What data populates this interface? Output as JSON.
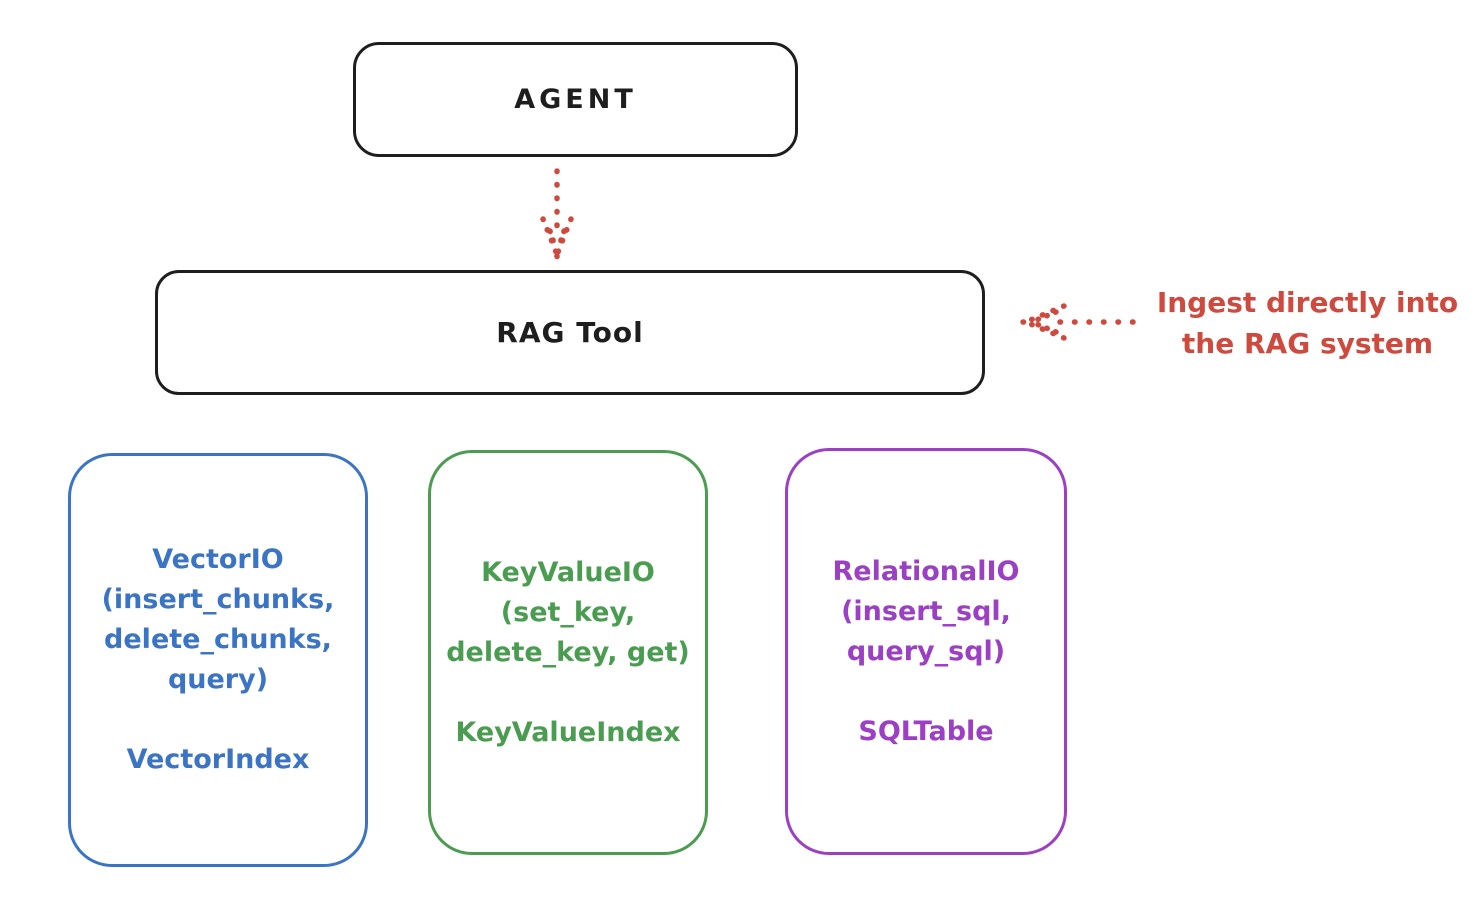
{
  "agent": {
    "label": "AGENT"
  },
  "rag_tool": {
    "label": "RAG Tool"
  },
  "annotation": {
    "lines": [
      "Ingest directly into",
      "the RAG system"
    ]
  },
  "modules": [
    {
      "id": "vector-io",
      "color": "#3b74c4",
      "lines": [
        "VectorIO",
        "(insert_chunks,",
        "delete_chunks,",
        "query)"
      ],
      "index_label": "VectorIndex"
    },
    {
      "id": "keyvalue-io",
      "color": "#4a9d50",
      "lines": [
        "KeyValueIO",
        "(set_key,",
        "delete_key, get)"
      ],
      "index_label": "KeyValueIndex"
    },
    {
      "id": "relational-io",
      "color": "#9b3fc4",
      "lines": [
        "RelationalIO",
        "(insert_sql,",
        "query_sql)"
      ],
      "index_label": "SQLTable"
    }
  ],
  "icons": {
    "agent_to_rag_arrow": "dotted-down-arrow",
    "ingest_arrow": "dotted-left-arrow"
  },
  "colors": {
    "stroke": "#1e1e1e",
    "red": "#cf4a3e",
    "blue": "#3b74c4",
    "green": "#4a9d50",
    "purple": "#9b3fc4"
  }
}
